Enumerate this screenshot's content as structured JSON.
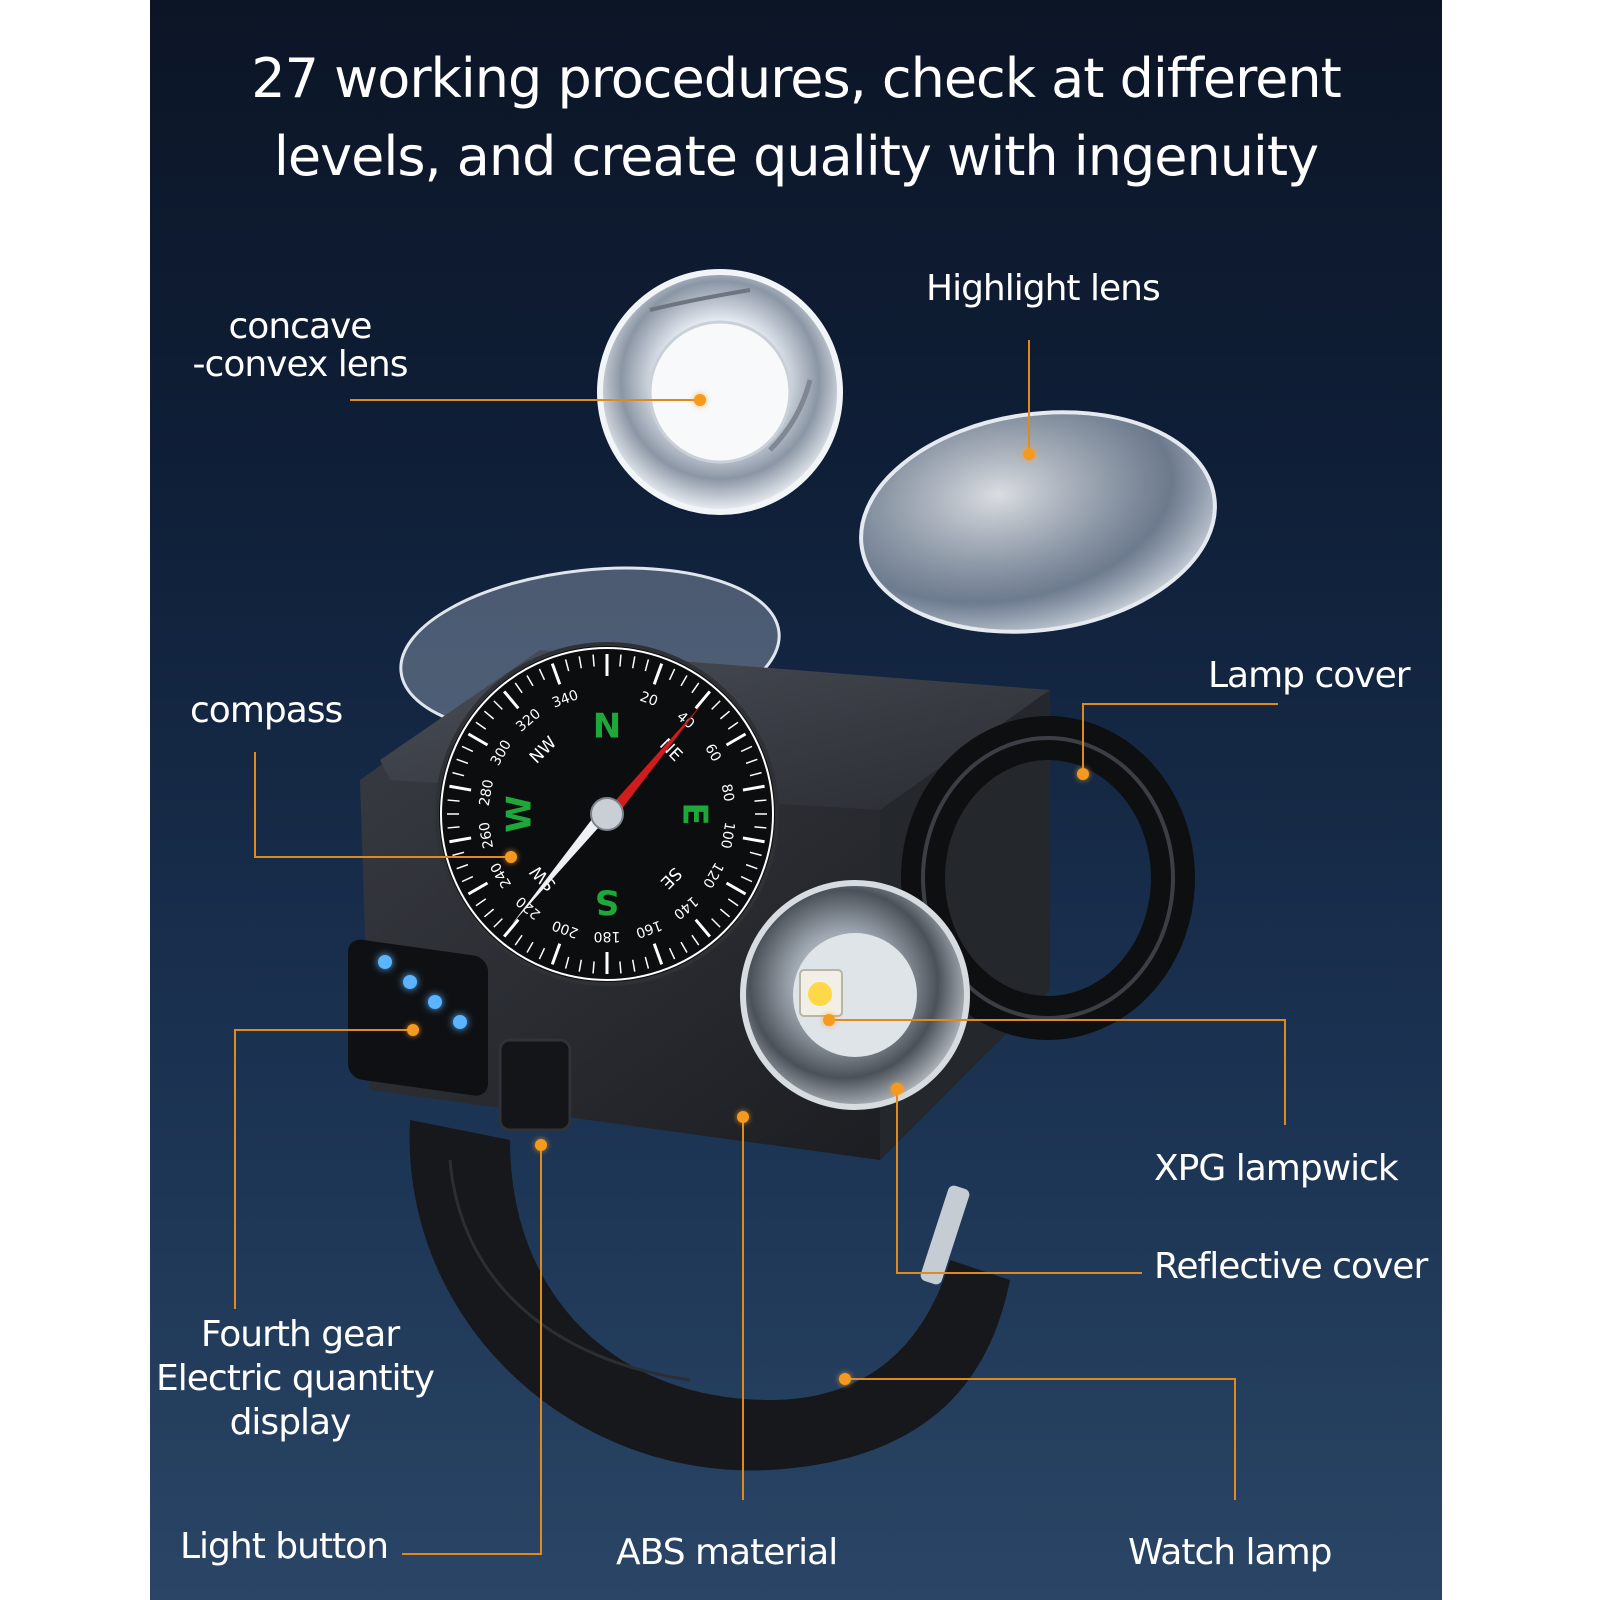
{
  "headline": {
    "line1": "27 working procedures, check at different",
    "line2": "levels, and create quality with ingenuity"
  },
  "labels": {
    "concave_convex_lens_1": "concave",
    "concave_convex_lens_2": "-convex lens",
    "highlight_lens": "Highlight lens",
    "compass": "compass",
    "lamp_cover": "Lamp cover",
    "xpg_lampwick": "XPG lampwick",
    "reflective_cover": "Reflective cover",
    "fourth_gear_1": "Fourth gear",
    "fourth_gear_2": "Electric quantity",
    "fourth_gear_3": "display",
    "light_button": "Light button",
    "abs_material": "ABS material",
    "watch_lamp": "Watch lamp"
  },
  "compass_face": {
    "cardinals": [
      "N",
      "S",
      "W",
      "E"
    ],
    "intercardinals": [
      "NW",
      "NE",
      "SW",
      "SE"
    ],
    "degrees": [
      "20",
      "40",
      "60",
      "80",
      "100",
      "120",
      "140",
      "160",
      "180",
      "200",
      "220",
      "240",
      "260",
      "280",
      "300",
      "320",
      "340"
    ]
  },
  "battery_indicator_lit": 4,
  "colors": {
    "callout": "#e08a1e",
    "background_top": "#0c1526",
    "background_bottom": "#2a4566",
    "indicator": "#4aa8ff"
  }
}
